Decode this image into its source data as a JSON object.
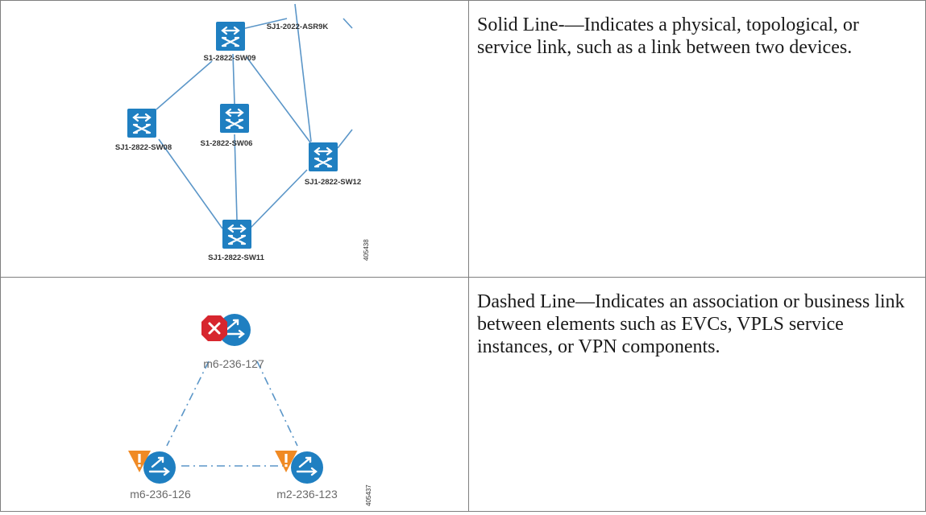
{
  "rows": [
    {
      "figure": {
        "nodes": [
          {
            "label": "SJ1-2022-ASR9K"
          },
          {
            "label": "S1-2822-SW09"
          },
          {
            "label": "SJ1-2822-SW08"
          },
          {
            "label": "S1-2822-SW06"
          },
          {
            "label": "SJ1-2822-SW12"
          },
          {
            "label": "SJ1-2822-SW11"
          }
        ],
        "figure_id": "405438"
      },
      "description": "Solid Line-—Indicates a physical, topological, or service link, such as a link between two devices."
    },
    {
      "figure": {
        "nodes": [
          {
            "label": "m6-236-127",
            "badge": "error"
          },
          {
            "label": "m6-236-126",
            "badge": "warning"
          },
          {
            "label": "m2-236-123",
            "badge": "warning"
          }
        ],
        "figure_id": "405437"
      },
      "description": "Dashed Line—Indicates an association or business link between elements such as EVCs, VPLS service instances, or VPN components."
    }
  ],
  "colors": {
    "switch_blue": "#1f7fc1",
    "link_blue": "#5b96c8",
    "error_red": "#d7262e",
    "warning_orange": "#f08a24"
  }
}
